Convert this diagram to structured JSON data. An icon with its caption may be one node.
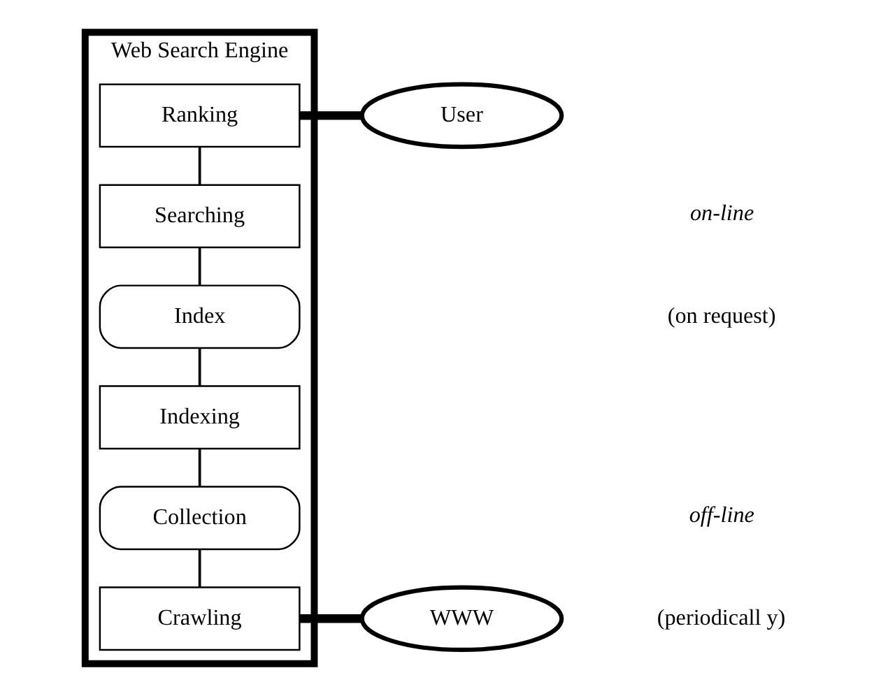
{
  "diagram": {
    "nodes": [
      {
        "text": [
          "Web Search Engine"
        ]
      },
      {
        "text": [
          "User"
        ]
      },
      {
        "text": [
          "Ranking"
        ],
        "in": 0
      },
      {
        "text": [
          "Searching"
        ],
        "in": 0
      },
      {
        "text": [
          "Index"
        ],
        "in": 0
      },
      {
        "text": [
          "Indexing"
        ],
        "in": 0
      },
      {
        "text": [
          "Collection"
        ],
        "in": 0
      },
      {
        "text": [
          "Crawling"
        ],
        "in": 0
      },
      {
        "text": [
          "WWW"
        ]
      }
    ],
    "edges": [
      {
        "from": 1,
        "to": 2,
        "arrow": "none",
        "style": "thick"
      },
      {
        "from": 2,
        "to": 3,
        "arrow": "none"
      },
      {
        "from": 3,
        "to": 4,
        "arrow": "none"
      },
      {
        "from": 4,
        "to": 5,
        "arrow": "none"
      },
      {
        "from": 5,
        "to": 6,
        "arrow": "none"
      },
      {
        "from": 6,
        "to": 7,
        "arrow": "none"
      },
      {
        "from": 8,
        "to": 7,
        "arrow": "none",
        "style": "thick"
      }
    ],
    "labels": [
      "on-line",
      "(on request)",
      "off-line",
      "(periodicall y)"
    ]
  }
}
